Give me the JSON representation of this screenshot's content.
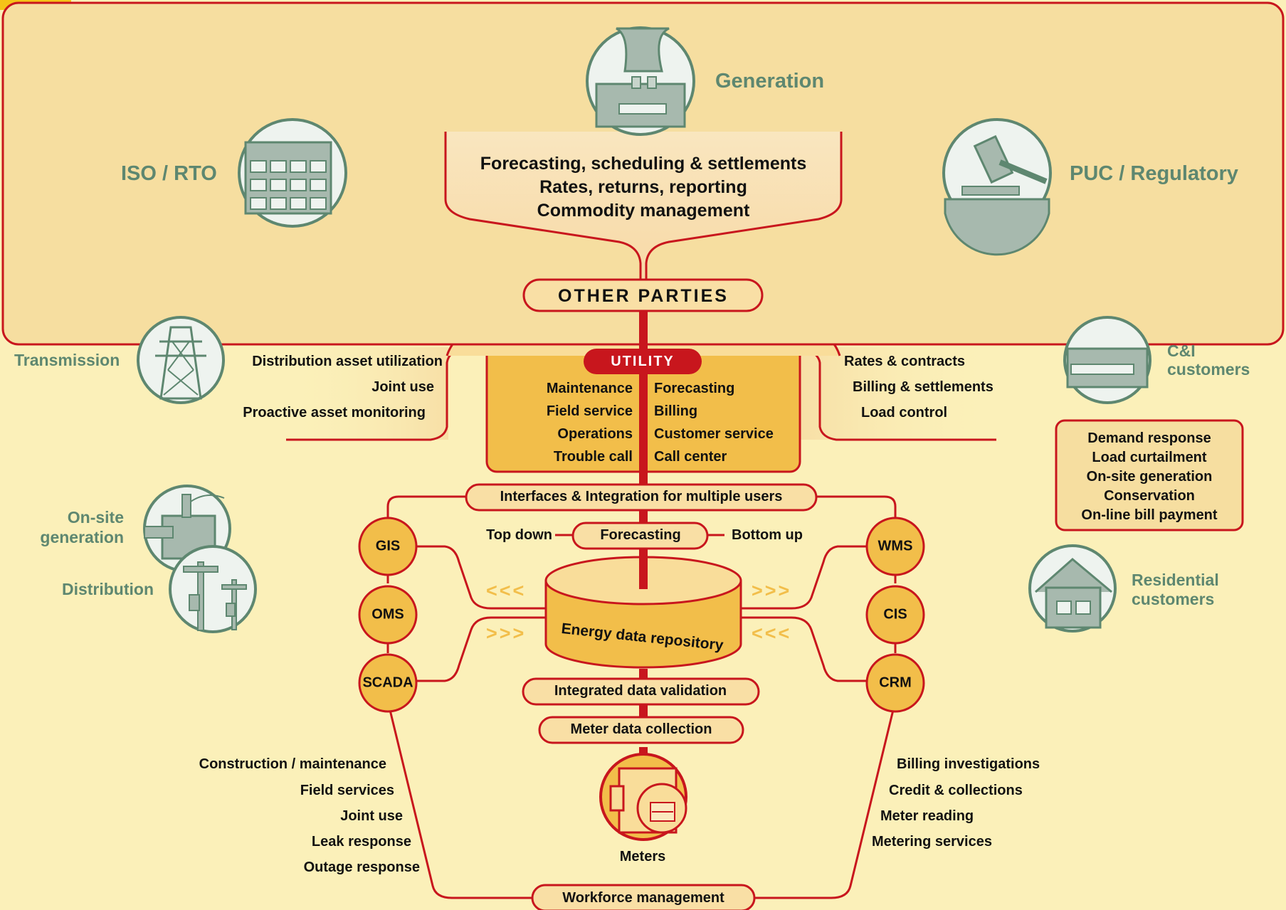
{
  "generation": {
    "label": "Generation"
  },
  "iso": {
    "label": "ISO / RTO"
  },
  "puc": {
    "label": "PUC / Regulatory"
  },
  "top_box": {
    "lines": [
      "Forecasting, scheduling & settlements",
      "Rates, returns, reporting",
      "Commodity management"
    ]
  },
  "other_parties": "OTHER PARTIES",
  "utility": {
    "label": "UTILITY",
    "left": [
      "Maintenance",
      "Field service",
      "Operations",
      "Trouble call"
    ],
    "right": [
      "Forecasting",
      "Billing",
      "Customer service",
      "Call center"
    ]
  },
  "left_wing": [
    "Distribution asset utilization",
    "Joint use",
    "Proactive asset monitoring"
  ],
  "right_wing": [
    "Rates & contracts",
    "Billing & settlements",
    "Load control"
  ],
  "side_labels": {
    "transmission": "Transmission",
    "onsite_1": "On-site",
    "onsite_2": "generation",
    "distribution": "Distribution",
    "ci_1": "C&I",
    "ci_2": "customers",
    "res_1": "Residential",
    "res_2": "customers"
  },
  "customer_box": [
    "Demand response",
    "Load curtailment",
    "On-site generation",
    "Conservation",
    "On-line bill payment"
  ],
  "interfaces": "Interfaces & Integration for multiple users",
  "forecasting": {
    "label": "Forecasting",
    "left": "Top down",
    "right": "Bottom up"
  },
  "systems_left": [
    "GIS",
    "OMS",
    "SCADA"
  ],
  "systems_right": [
    "WMS",
    "CIS",
    "CRM"
  ],
  "arrows": {
    "left_top": "<<<",
    "left_bottom": ">>>",
    "right_top": ">>>",
    "right_bottom": "<<<"
  },
  "repository": "Energy data repository",
  "validation": "Integrated data validation",
  "collection": "Meter data collection",
  "meters": "Meters",
  "bottom_left": [
    "Construction / maintenance",
    "Field services",
    "Joint use",
    "Leak response",
    "Outage response"
  ],
  "bottom_right": [
    "Billing investigations",
    "Credit & collections",
    "Meter reading",
    "Metering services"
  ],
  "workforce": "Workforce management",
  "colors": {
    "background": "#fbf0b9",
    "panel": "#f6deA0",
    "red": "#c8161d",
    "orange": "#f2be4a",
    "green": "#5e8770"
  },
  "icons": [
    "power-plant-icon",
    "office-building-icon",
    "gavel-icon",
    "transmission-tower-icon",
    "transformer-icon",
    "utility-pole-icon",
    "factory-icon",
    "house-icon",
    "meter-icon"
  ]
}
